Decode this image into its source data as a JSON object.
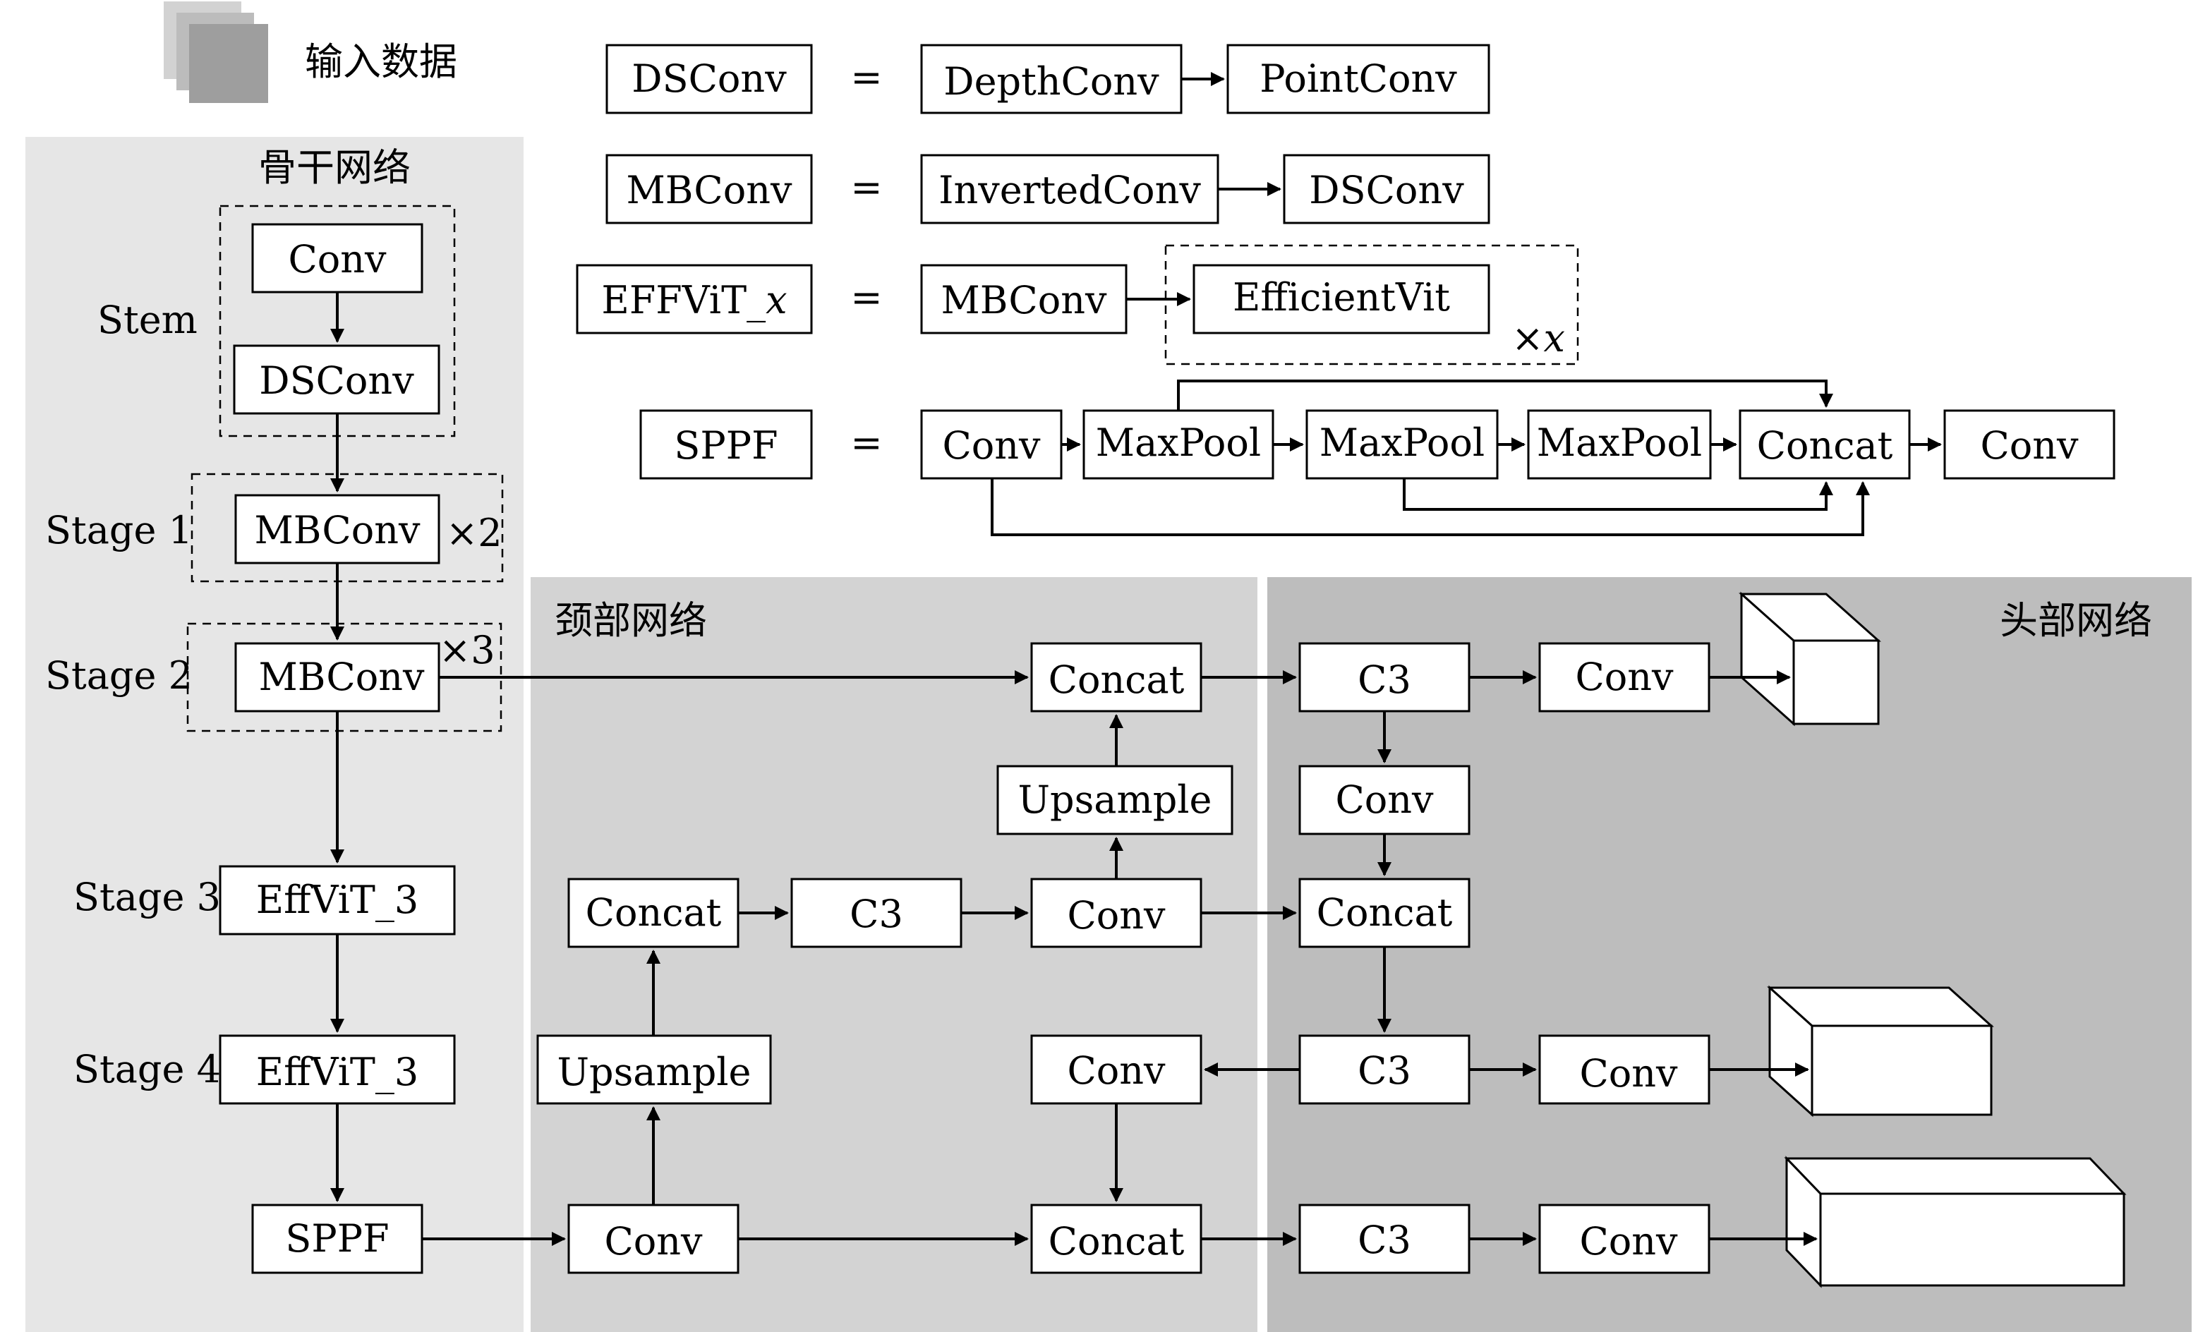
{
  "legend": {
    "input_label": "输入数据"
  },
  "defs": {
    "dsconv": {
      "name": "DSConv",
      "eq": "=",
      "parts": [
        "DepthConv",
        "PointConv"
      ]
    },
    "mbconv": {
      "name": "MBConv",
      "eq": "=",
      "parts": [
        "InvertedConv",
        "DSConv"
      ]
    },
    "effvit": {
      "name_prefix": "EFFViT_",
      "name_var": "x",
      "eq": "=",
      "parts": [
        "MBConv",
        "EfficientVit"
      ],
      "repeat": "×x"
    },
    "sppf": {
      "name": "SPPF",
      "eq": "=",
      "parts": [
        "Conv",
        "MaxPool",
        "MaxPool",
        "MaxPool",
        "Concat",
        "Conv"
      ]
    }
  },
  "backbone": {
    "title": "骨干网络",
    "stem": {
      "label": "Stem",
      "blocks": [
        "Conv",
        "DSConv"
      ]
    },
    "stage1": {
      "label": "Stage 1",
      "block": "MBConv",
      "repeat": "×2"
    },
    "stage2": {
      "label": "Stage 2",
      "block": "MBConv",
      "repeat": "×3"
    },
    "stage3": {
      "label": "Stage 3",
      "block": "EffViT_3"
    },
    "stage4": {
      "label": "Stage 4",
      "block": "EffViT_3"
    },
    "sppf": "SPPF"
  },
  "neck": {
    "title": "颈部网络",
    "conv_bottom": "Conv",
    "upsample_left": "Upsample",
    "concat_left": "Concat",
    "c3": "C3",
    "conv_mid": "Conv",
    "upsample_mid": "Upsample",
    "concat_top": "Concat",
    "conv_low": "Conv",
    "concat_bottom": "Concat"
  },
  "head": {
    "title": "头部网络",
    "c3_top": "C3",
    "conv_top": "Conv",
    "conv_down": "Conv",
    "concat_mid": "Concat",
    "c3_mid": "C3",
    "conv_mid": "Conv",
    "c3_bottom": "C3",
    "conv_bottom": "Conv"
  },
  "colors": {
    "backbone_bg": "#e6e6e6",
    "neck_bg": "#d3d3d3",
    "head_bg": "#bdbdbd",
    "input_icon": "#9e9e9e"
  }
}
